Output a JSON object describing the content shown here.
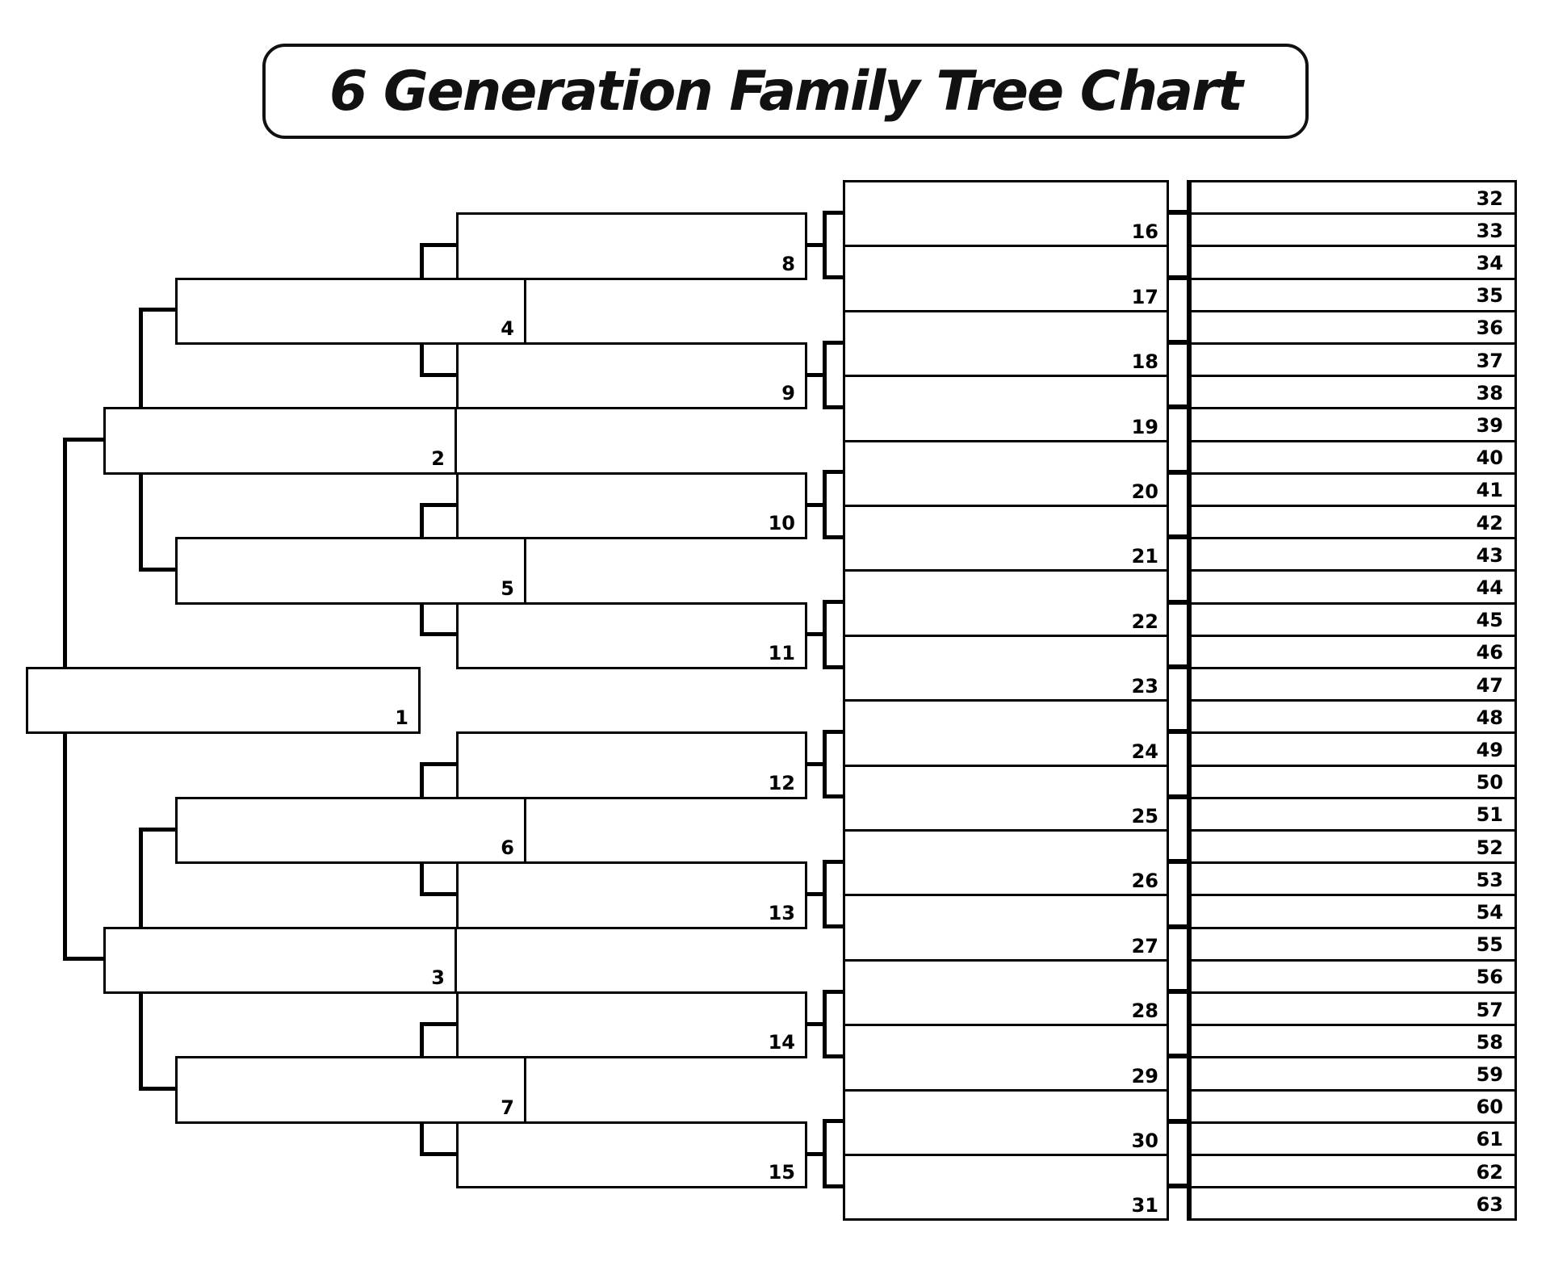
{
  "title": {
    "text": "6 Generation Family Tree Chart"
  },
  "chart": {
    "type": "pedigree-tree",
    "colors": {
      "line": "#000000",
      "background": "#ffffff",
      "title_text": "#111111"
    },
    "generations": [
      {
        "name": "generation-1",
        "labels": [
          "1"
        ]
      },
      {
        "name": "generation-2",
        "labels": [
          "2",
          "3"
        ]
      },
      {
        "name": "generation-3",
        "labels": [
          "4",
          "5",
          "6",
          "7"
        ]
      },
      {
        "name": "generation-4",
        "labels": [
          "8",
          "9",
          "10",
          "11",
          "12",
          "13",
          "14",
          "15"
        ]
      },
      {
        "name": "generation-5",
        "labels": [
          "16",
          "17",
          "18",
          "19",
          "20",
          "21",
          "22",
          "23",
          "24",
          "25",
          "26",
          "27",
          "28",
          "29",
          "30",
          "31"
        ]
      },
      {
        "name": "generation-6",
        "labels": [
          "32",
          "33",
          "34",
          "35",
          "36",
          "37",
          "38",
          "39",
          "40",
          "41",
          "42",
          "43",
          "44",
          "45",
          "46",
          "47",
          "48",
          "49",
          "50",
          "51",
          "52",
          "53",
          "54",
          "55",
          "56",
          "57",
          "58",
          "59",
          "60",
          "61",
          "62",
          "63"
        ]
      }
    ]
  }
}
